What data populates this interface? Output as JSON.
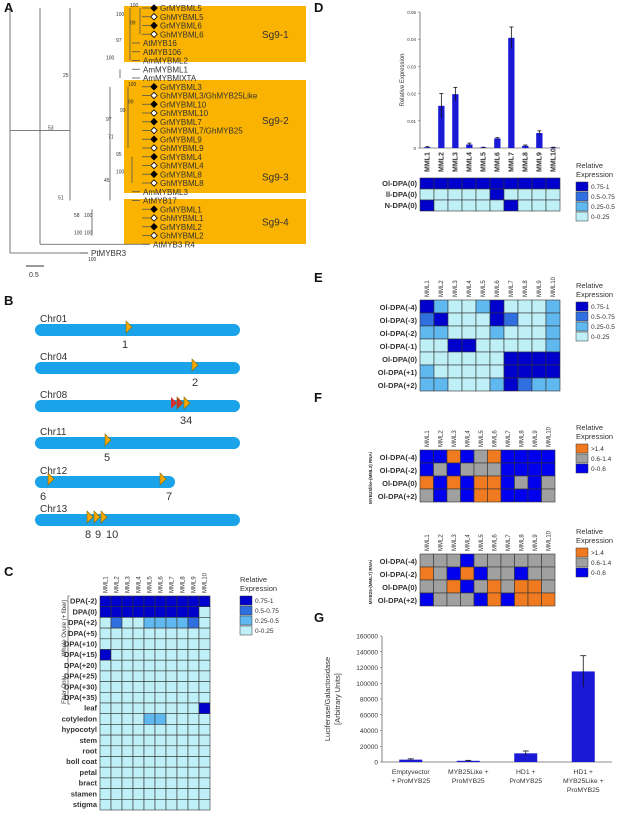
{
  "panel_letters": [
    "A",
    "B",
    "C",
    "D",
    "E",
    "F",
    "G"
  ],
  "tree": {
    "groups": [
      "Sg9-1",
      "Sg9-2",
      "Sg9-3",
      "Sg9-4"
    ],
    "scale_label": "0.5",
    "leaves": [
      {
        "name": "GrMYBML5",
        "marker": "filled"
      },
      {
        "name": "GhMYBML5",
        "marker": "open"
      },
      {
        "name": "GrMYBML6",
        "marker": "filled"
      },
      {
        "name": "GhMYBML6",
        "marker": "open"
      },
      {
        "name": "AtMYB16",
        "marker": ""
      },
      {
        "name": "AtMYB106",
        "marker": ""
      },
      {
        "name": "AmMYBML2",
        "marker": ""
      },
      {
        "name": "AmMYBML1",
        "marker": ""
      },
      {
        "name": "AmMYBMIXTA",
        "marker": ""
      },
      {
        "name": "GrMYBML3",
        "marker": "filled"
      },
      {
        "name": "GhMYBML3/GhMYB25Like",
        "marker": "open"
      },
      {
        "name": "GrMYBML10",
        "marker": "filled"
      },
      {
        "name": "GhMYBML10",
        "marker": "open"
      },
      {
        "name": "GrMYBML7",
        "marker": "filled"
      },
      {
        "name": "GhMYBML7/GhMYB25",
        "marker": "open"
      },
      {
        "name": "GrMYBML9",
        "marker": "filled"
      },
      {
        "name": "GhMYBML9",
        "marker": "open"
      },
      {
        "name": "GrMYBML4",
        "marker": "filled"
      },
      {
        "name": "GhMYBML4",
        "marker": "open"
      },
      {
        "name": "GrMYBML8",
        "marker": "filled"
      },
      {
        "name": "GhMYBML8",
        "marker": "open"
      },
      {
        "name": "AmMYBML3",
        "marker": ""
      },
      {
        "name": "AtMYB17",
        "marker": ""
      },
      {
        "name": "GrMYBML1",
        "marker": "filled"
      },
      {
        "name": "GhMYBML1",
        "marker": "open"
      },
      {
        "name": "GrMYBML2",
        "marker": "filled"
      },
      {
        "name": "GhMYBML2",
        "marker": "open"
      },
      {
        "name": "AtMYB3 R4",
        "marker": ""
      },
      {
        "name": "PtMYBR3",
        "marker": ""
      }
    ],
    "bootstrap": [
      "100",
      "99",
      "100",
      "97",
      "100",
      "25",
      "100",
      "99",
      "99",
      "97",
      "71",
      "95",
      "100",
      "45",
      "53",
      "51",
      "58",
      "100",
      "100",
      "100",
      "100"
    ]
  },
  "chromosomes": [
    {
      "name": "Chr01",
      "genes": [
        "1"
      ]
    },
    {
      "name": "Chr04",
      "genes": [
        "2"
      ]
    },
    {
      "name": "Chr08",
      "genes": [
        "3",
        "4"
      ]
    },
    {
      "name": "Chr11",
      "genes": [
        "5"
      ]
    },
    {
      "name": "Chr12",
      "genes": [
        "6",
        "7"
      ]
    },
    {
      "name": "Chr13",
      "genes": [
        "8",
        "9",
        "10"
      ]
    }
  ],
  "genes": [
    "MML1",
    "MML2",
    "MML3",
    "MML4",
    "MML5",
    "MML6",
    "MML7",
    "MML8",
    "MML9",
    "MML10"
  ],
  "legend_C": {
    "title": "Relative Expression",
    "items": [
      "0.75-1",
      "0.5-0.75",
      "0.25-0.5",
      "0-0.25"
    ]
  },
  "legend_D": {
    "title": "Relative Expression",
    "items": [
      "0.75-1",
      "0.5-0.75",
      "0.25-0.5",
      "0-0.25"
    ]
  },
  "legend_E": {
    "title": "Relative Expression",
    "items": [
      "0.75-1",
      "0.5-0.75",
      "0.25-0.5",
      "0-0.25"
    ]
  },
  "legend_F": {
    "title": "Relative Expression",
    "items": [
      ">1.4",
      "0.6-1.4",
      "0-0.6"
    ]
  },
  "colors": {
    "c1": "#0000cd",
    "c2": "#2f6fe0",
    "c3": "#5fb8f0",
    "c4": "#bff0f8",
    "orange": "#f07a20",
    "gray": "#a0a0a0",
    "blue": "#0000ee",
    "bar": "#1a1ad6",
    "group": "#f9b300",
    "chr": "#1aa3e8",
    "tri": "#f5a800",
    "tri_red": "#d43030"
  },
  "heat_C": {
    "group_labels": [
      "Whole Ovule (+ fiber)",
      "Fiber Only"
    ],
    "rows": [
      "DPA(-2)",
      "DPA(0)",
      "DPA(+2)",
      "DPA(+5)",
      "DPA(+10)",
      "DPA(+15)",
      "DPA(+20)",
      "DPA(+25)",
      "DPA(+30)",
      "DPA(+35)",
      "leaf",
      "cotyledon",
      "hypocotyl",
      "stem",
      "root",
      "boll coat",
      "petal",
      "bract",
      "stamen",
      "stigma"
    ],
    "values": [
      [
        1,
        1,
        1,
        1,
        1,
        1,
        1,
        1,
        1,
        1
      ],
      [
        1,
        1,
        1,
        1,
        1,
        1,
        1,
        1,
        1,
        4
      ],
      [
        4,
        2,
        4,
        4,
        3,
        3,
        3,
        3,
        2,
        4
      ],
      [
        4,
        4,
        4,
        4,
        4,
        4,
        4,
        4,
        4,
        4
      ],
      [
        4,
        4,
        4,
        4,
        4,
        4,
        4,
        4,
        4,
        4
      ],
      [
        1,
        4,
        4,
        4,
        4,
        4,
        4,
        4,
        4,
        4
      ],
      [
        4,
        4,
        4,
        4,
        4,
        4,
        4,
        4,
        4,
        4
      ],
      [
        4,
        4,
        4,
        4,
        4,
        4,
        4,
        4,
        4,
        4
      ],
      [
        4,
        4,
        4,
        4,
        4,
        4,
        4,
        4,
        4,
        4
      ],
      [
        4,
        4,
        4,
        4,
        4,
        4,
        4,
        4,
        4,
        4
      ],
      [
        4,
        4,
        4,
        4,
        4,
        4,
        4,
        4,
        4,
        1
      ],
      [
        4,
        4,
        4,
        4,
        3,
        3,
        4,
        4,
        4,
        4
      ],
      [
        4,
        4,
        4,
        4,
        4,
        4,
        4,
        4,
        4,
        4
      ],
      [
        4,
        4,
        4,
        4,
        4,
        4,
        4,
        4,
        4,
        4
      ],
      [
        4,
        4,
        4,
        4,
        4,
        4,
        4,
        4,
        4,
        4
      ],
      [
        4,
        4,
        4,
        4,
        4,
        4,
        4,
        4,
        4,
        4
      ],
      [
        4,
        4,
        4,
        4,
        4,
        4,
        4,
        4,
        4,
        4
      ],
      [
        4,
        4,
        4,
        4,
        4,
        4,
        4,
        4,
        4,
        4
      ],
      [
        4,
        4,
        4,
        4,
        4,
        4,
        4,
        4,
        4,
        4
      ],
      [
        4,
        4,
        4,
        4,
        4,
        4,
        4,
        4,
        4,
        4
      ]
    ]
  },
  "heat_D": {
    "rows": [
      "Ol-DPA(0)",
      "ll-DPA(0)",
      "N-DPA(0)"
    ],
    "values": [
      [
        1,
        1,
        1,
        1,
        1,
        1,
        1,
        1,
        1,
        1
      ],
      [
        4,
        4,
        4,
        4,
        4,
        1,
        4,
        4,
        4,
        4
      ],
      [
        1,
        4,
        4,
        4,
        4,
        4,
        1,
        4,
        4,
        4
      ]
    ]
  },
  "heat_E": {
    "rows": [
      "Ol-DPA(-4)",
      "Ol-DPA(-3)",
      "Ol-DPA(-2)",
      "Ol-DPA(-1)",
      "Ol-DPA(0)",
      "Ol-DPA(+1)",
      "Ol-DPA(+2)"
    ],
    "values": [
      [
        1,
        3,
        4,
        4,
        3,
        1,
        4,
        4,
        4,
        3
      ],
      [
        2,
        1,
        4,
        4,
        4,
        1,
        2,
        4,
        4,
        3
      ],
      [
        3,
        3,
        4,
        4,
        4,
        3,
        4,
        4,
        4,
        3
      ],
      [
        4,
        4,
        1,
        1,
        4,
        4,
        4,
        4,
        4,
        3
      ],
      [
        4,
        4,
        4,
        4,
        4,
        4,
        1,
        1,
        1,
        1
      ],
      [
        3,
        4,
        4,
        4,
        4,
        4,
        1,
        1,
        1,
        1
      ],
      [
        3,
        3,
        4,
        4,
        4,
        3,
        1,
        2,
        3,
        3
      ]
    ]
  },
  "heat_F1": {
    "side_label": "MYB25like-(MML3) RNAi",
    "rows": [
      "Ol-DPA(-4)",
      "Ol-DPA(-2)",
      "Ol-DPA(0)",
      "Ol-DPA(+2)"
    ],
    "values": [
      [
        "b",
        "b",
        "o",
        "b",
        "g",
        "o",
        "b",
        "b",
        "b",
        "b"
      ],
      [
        "b",
        "g",
        "b",
        "g",
        "g",
        "g",
        "b",
        "b",
        "b",
        "b"
      ],
      [
        "o",
        "b",
        "o",
        "b",
        "o",
        "o",
        "b",
        "g",
        "b",
        "g"
      ],
      [
        "g",
        "b",
        "g",
        "b",
        "o",
        "o",
        "b",
        "b",
        "b",
        "g"
      ]
    ]
  },
  "heat_F2": {
    "side_label": "MYB25-(MML7) RNAi",
    "rows": [
      "Ol-DPA(-4)",
      "Ol-DPA(-2)",
      "Ol-DPA(0)",
      "Ol-DPA(+2)"
    ],
    "values": [
      [
        "g",
        "g",
        "g",
        "b",
        "g",
        "g",
        "g",
        "g",
        "g",
        "g"
      ],
      [
        "o",
        "g",
        "b",
        "o",
        "b",
        "g",
        "g",
        "b",
        "g",
        "g"
      ],
      [
        "g",
        "g",
        "o",
        "b",
        "g",
        "o",
        "g",
        "o",
        "o",
        "g"
      ],
      [
        "b",
        "g",
        "g",
        "g",
        "b",
        "o",
        "b",
        "o",
        "o",
        "o"
      ]
    ]
  },
  "chart_data": [
    {
      "type": "bar",
      "ylabel": "Relative Expression",
      "categories": [
        "MML1",
        "MML2",
        "MML3",
        "MML4",
        "MML5",
        "MML6",
        "MML7",
        "MML8",
        "MML9",
        "MML10"
      ],
      "values": [
        0.0003,
        0.0155,
        0.0198,
        0.0013,
        0.0002,
        0.0035,
        0.0405,
        0.0008,
        0.0055,
        0.0002
      ],
      "errors": [
        0.0002,
        0.0045,
        0.0025,
        0.0005,
        0.0001,
        0.0003,
        0.004,
        0.0003,
        0.0008,
        0.0001
      ],
      "ylim": [
        0,
        0.05
      ],
      "ticks": [
        "0",
        "0.01",
        "0.02",
        "0.03",
        "0.04",
        "0.05"
      ]
    },
    {
      "type": "bar",
      "ylabel": "Luciferase/Galactosidase [Arbitrary Units]",
      "categories": [
        [
          "Emptyvector",
          "+ ProMYB25"
        ],
        [
          "MYB25Like +",
          "ProMYB25"
        ],
        [
          "HD1 +",
          "ProMYB25"
        ],
        [
          "HD1 +",
          "MYB25Like +",
          "ProMYB25"
        ]
      ],
      "values": [
        3000,
        1500,
        11000,
        115000
      ],
      "errors": [
        1000,
        600,
        3000,
        20000
      ],
      "ylim": [
        0,
        160000
      ],
      "ticks": [
        "0",
        "20000",
        "40000",
        "60000",
        "80000",
        "100000",
        "120000",
        "140000",
        "160000"
      ]
    }
  ]
}
